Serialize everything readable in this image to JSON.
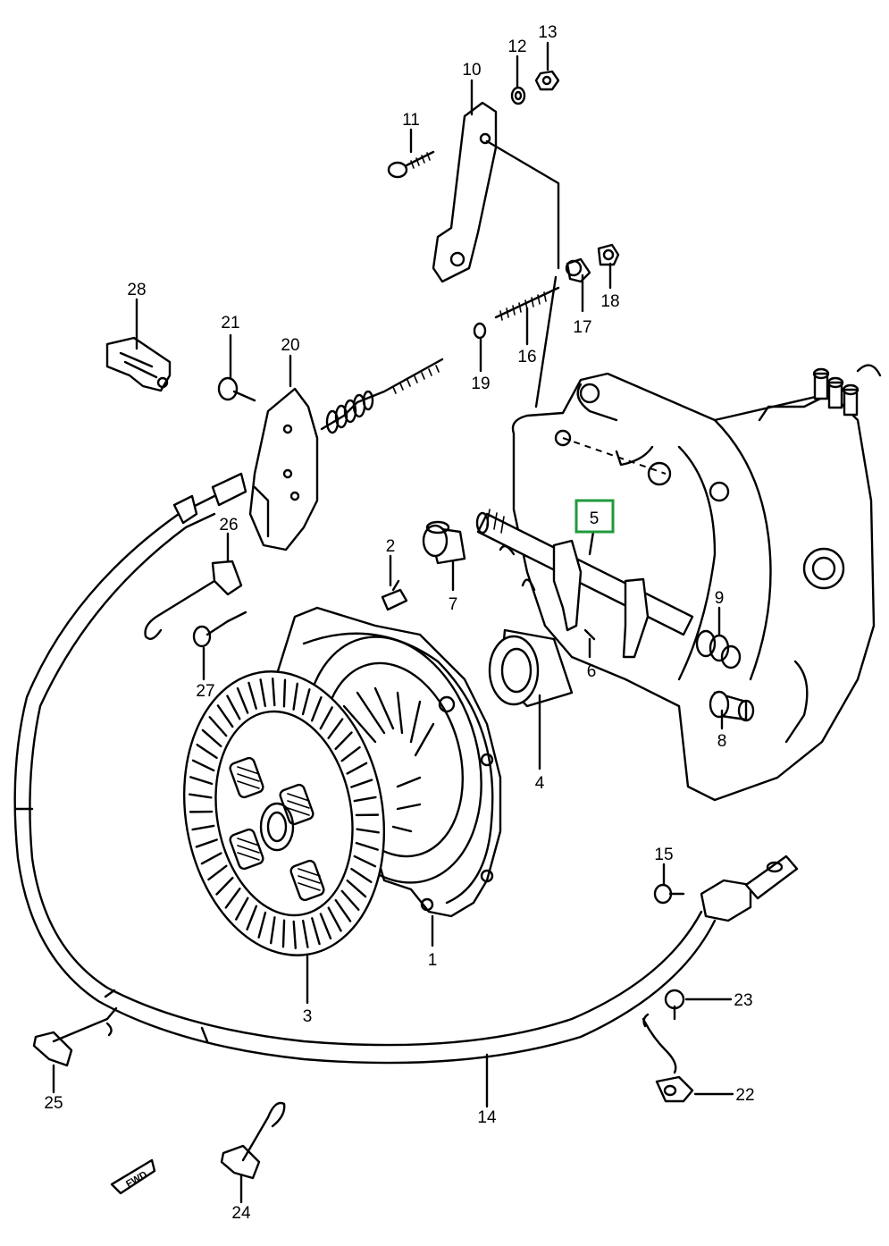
{
  "labels": {
    "p1": "1",
    "p2": "2",
    "p3": "3",
    "p4": "4",
    "p5": "5",
    "p6": "6",
    "p7": "7",
    "p8": "8",
    "p9": "9",
    "p10": "10",
    "p11": "11",
    "p12": "12",
    "p13": "13",
    "p14": "14",
    "p15": "15",
    "p16": "16",
    "p17": "17",
    "p18": "18",
    "p19": "19",
    "p20": "20",
    "p21": "21",
    "p22": "22",
    "p23": "23",
    "p24": "24",
    "p25": "25",
    "p26": "26",
    "p27": "27",
    "p28": "28",
    "fwd": "FWD"
  },
  "highlight": {
    "label": "p5",
    "color": "#1f9a3c"
  }
}
